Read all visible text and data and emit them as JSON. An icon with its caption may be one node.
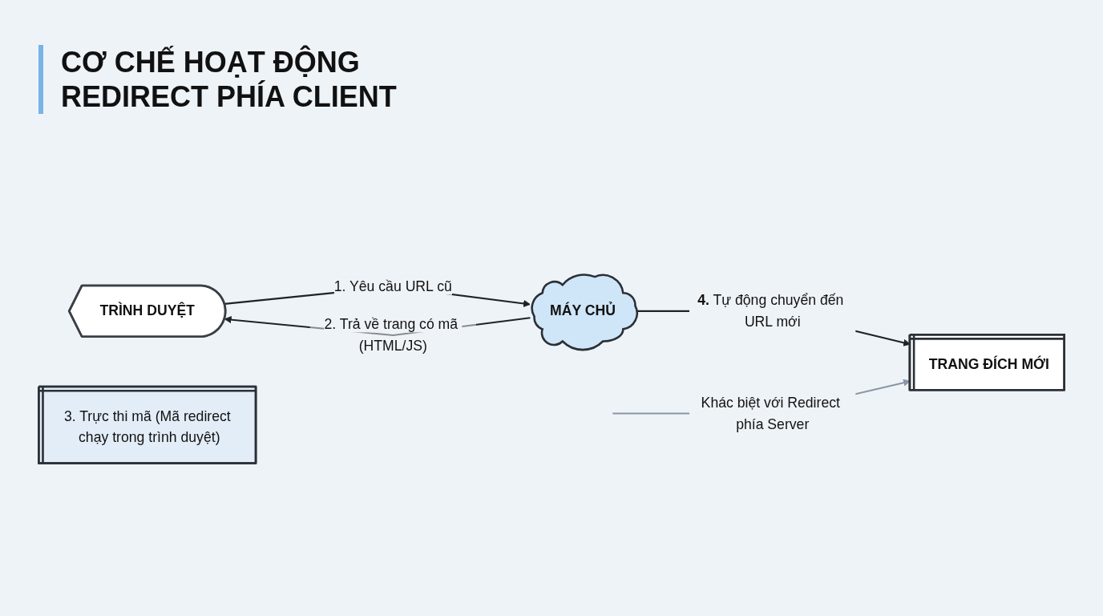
{
  "diagram": {
    "title": "CƠ CHẾ HOẠT ĐỘNG REDIRECT PHÍA CLIENT",
    "nodes": [
      {
        "text": [
          "TRÌNH DUYỆT"
        ]
      },
      {
        "text": [
          "MÁY CHỦ"
        ]
      },
      {
        "text": [
          "3. Trực thi mã (Mã redirect chạy trong trình duyệt)"
        ]
      },
      {
        "text": [
          "TRANG ĐÍCH MỚI"
        ]
      }
    ],
    "edges": [
      {
        "from": 0,
        "to": 1,
        "arrow": "to",
        "label": "1. Yêu cầu URL cũ"
      },
      {
        "from": 1,
        "to": 0,
        "arrow": "to",
        "label": "2. Trả về trang có mã (HTML/JS)"
      },
      {
        "from": 1,
        "to": 3,
        "arrow": "to",
        "label": "**4.** Tự động chuyển đến URL mới"
      },
      {
        "from": null,
        "to": 3,
        "arrow": "to",
        "label": "Khác biệt với Redirect phía Server",
        "color": "#8a96a3"
      }
    ]
  }
}
